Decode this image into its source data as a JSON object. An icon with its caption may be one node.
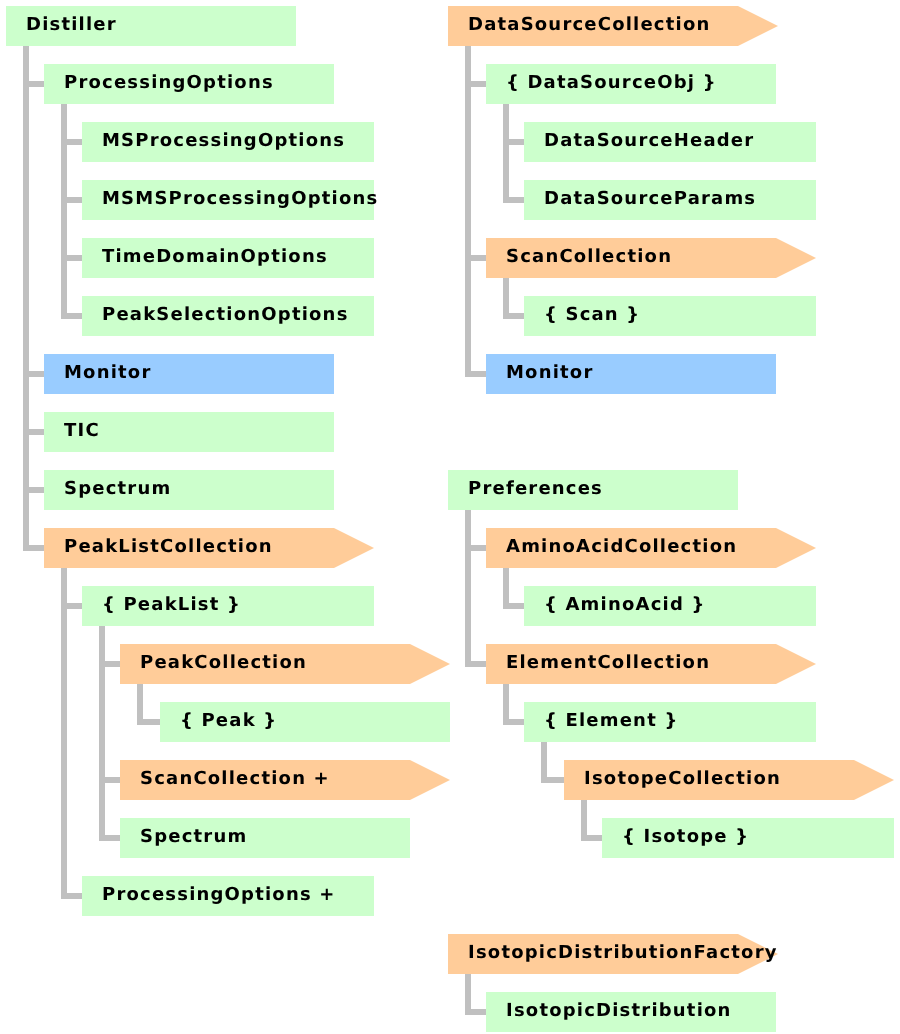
{
  "diagram": {
    "nodes": [
      {
        "text": [
          "Distiller"
        ]
      },
      {
        "text": [
          "ProcessingOptions"
        ]
      },
      {
        "text": [
          "MSProcessingOptions"
        ]
      },
      {
        "text": [
          "MSMSProcessingOptions"
        ]
      },
      {
        "text": [
          "TimeDomainOptions"
        ]
      },
      {
        "text": [
          "PeakSelectionOptions"
        ]
      },
      {
        "text": [
          "Monitor"
        ]
      },
      {
        "text": [
          "TIC"
        ]
      },
      {
        "text": [
          "Spectrum"
        ]
      },
      {
        "text": [
          "PeakListCollection"
        ]
      },
      {
        "text": [
          "{ PeakList }"
        ]
      },
      {
        "text": [
          "PeakCollection"
        ]
      },
      {
        "text": [
          "{ Peak }"
        ]
      },
      {
        "text": [
          "ScanCollection +"
        ]
      },
      {
        "text": [
          "Spectrum"
        ]
      },
      {
        "text": [
          "ProcessingOptions +"
        ]
      },
      {
        "text": [
          "DataSourceCollection"
        ]
      },
      {
        "text": [
          "{ DataSourceObj }"
        ]
      },
      {
        "text": [
          "DataSourceHeader"
        ]
      },
      {
        "text": [
          "DataSourceParams"
        ]
      },
      {
        "text": [
          "ScanCollection"
        ]
      },
      {
        "text": [
          "{ Scan }"
        ]
      },
      {
        "text": [
          "Monitor"
        ]
      },
      {
        "text": [
          "Preferences"
        ]
      },
      {
        "text": [
          "AminoAcidCollection"
        ]
      },
      {
        "text": [
          "{ AminoAcid }"
        ]
      },
      {
        "text": [
          "ElementCollection"
        ]
      },
      {
        "text": [
          "{ Element }"
        ]
      },
      {
        "text": [
          "IsotopeCollection"
        ]
      },
      {
        "text": [
          "{ Isotope }"
        ]
      },
      {
        "text": [
          "IsotopicDistributionFactory"
        ]
      },
      {
        "text": [
          "IsotopicDistribution"
        ]
      }
    ],
    "edges": [
      {
        "from": 0,
        "to": 1,
        "arrow": "none"
      },
      {
        "from": 1,
        "to": 2,
        "arrow": "none"
      },
      {
        "from": 1,
        "to": 3,
        "arrow": "none"
      },
      {
        "from": 1,
        "to": 4,
        "arrow": "none"
      },
      {
        "from": 1,
        "to": 5,
        "arrow": "none"
      },
      {
        "from": 0,
        "to": 6,
        "arrow": "none"
      },
      {
        "from": 0,
        "to": 7,
        "arrow": "none"
      },
      {
        "from": 0,
        "to": 8,
        "arrow": "none"
      },
      {
        "from": 0,
        "to": 9,
        "arrow": "none"
      },
      {
        "from": 9,
        "to": 10,
        "arrow": "none"
      },
      {
        "from": 10,
        "to": 11,
        "arrow": "none"
      },
      {
        "from": 11,
        "to": 12,
        "arrow": "none"
      },
      {
        "from": 10,
        "to": 13,
        "arrow": "none"
      },
      {
        "from": 10,
        "to": 14,
        "arrow": "none"
      },
      {
        "from": 9,
        "to": 15,
        "arrow": "none"
      },
      {
        "from": 16,
        "to": 17,
        "arrow": "none"
      },
      {
        "from": 17,
        "to": 18,
        "arrow": "none"
      },
      {
        "from": 17,
        "to": 19,
        "arrow": "none"
      },
      {
        "from": 16,
        "to": 20,
        "arrow": "none"
      },
      {
        "from": 20,
        "to": 21,
        "arrow": "none"
      },
      {
        "from": 16,
        "to": 22,
        "arrow": "none"
      },
      {
        "from": 23,
        "to": 24,
        "arrow": "none"
      },
      {
        "from": 24,
        "to": 25,
        "arrow": "none"
      },
      {
        "from": 23,
        "to": 26,
        "arrow": "none"
      },
      {
        "from": 26,
        "to": 27,
        "arrow": "none"
      },
      {
        "from": 27,
        "to": 28,
        "arrow": "none"
      },
      {
        "from": 28,
        "to": 29,
        "arrow": "none"
      },
      {
        "from": 30,
        "to": 31,
        "arrow": "none"
      }
    ]
  }
}
